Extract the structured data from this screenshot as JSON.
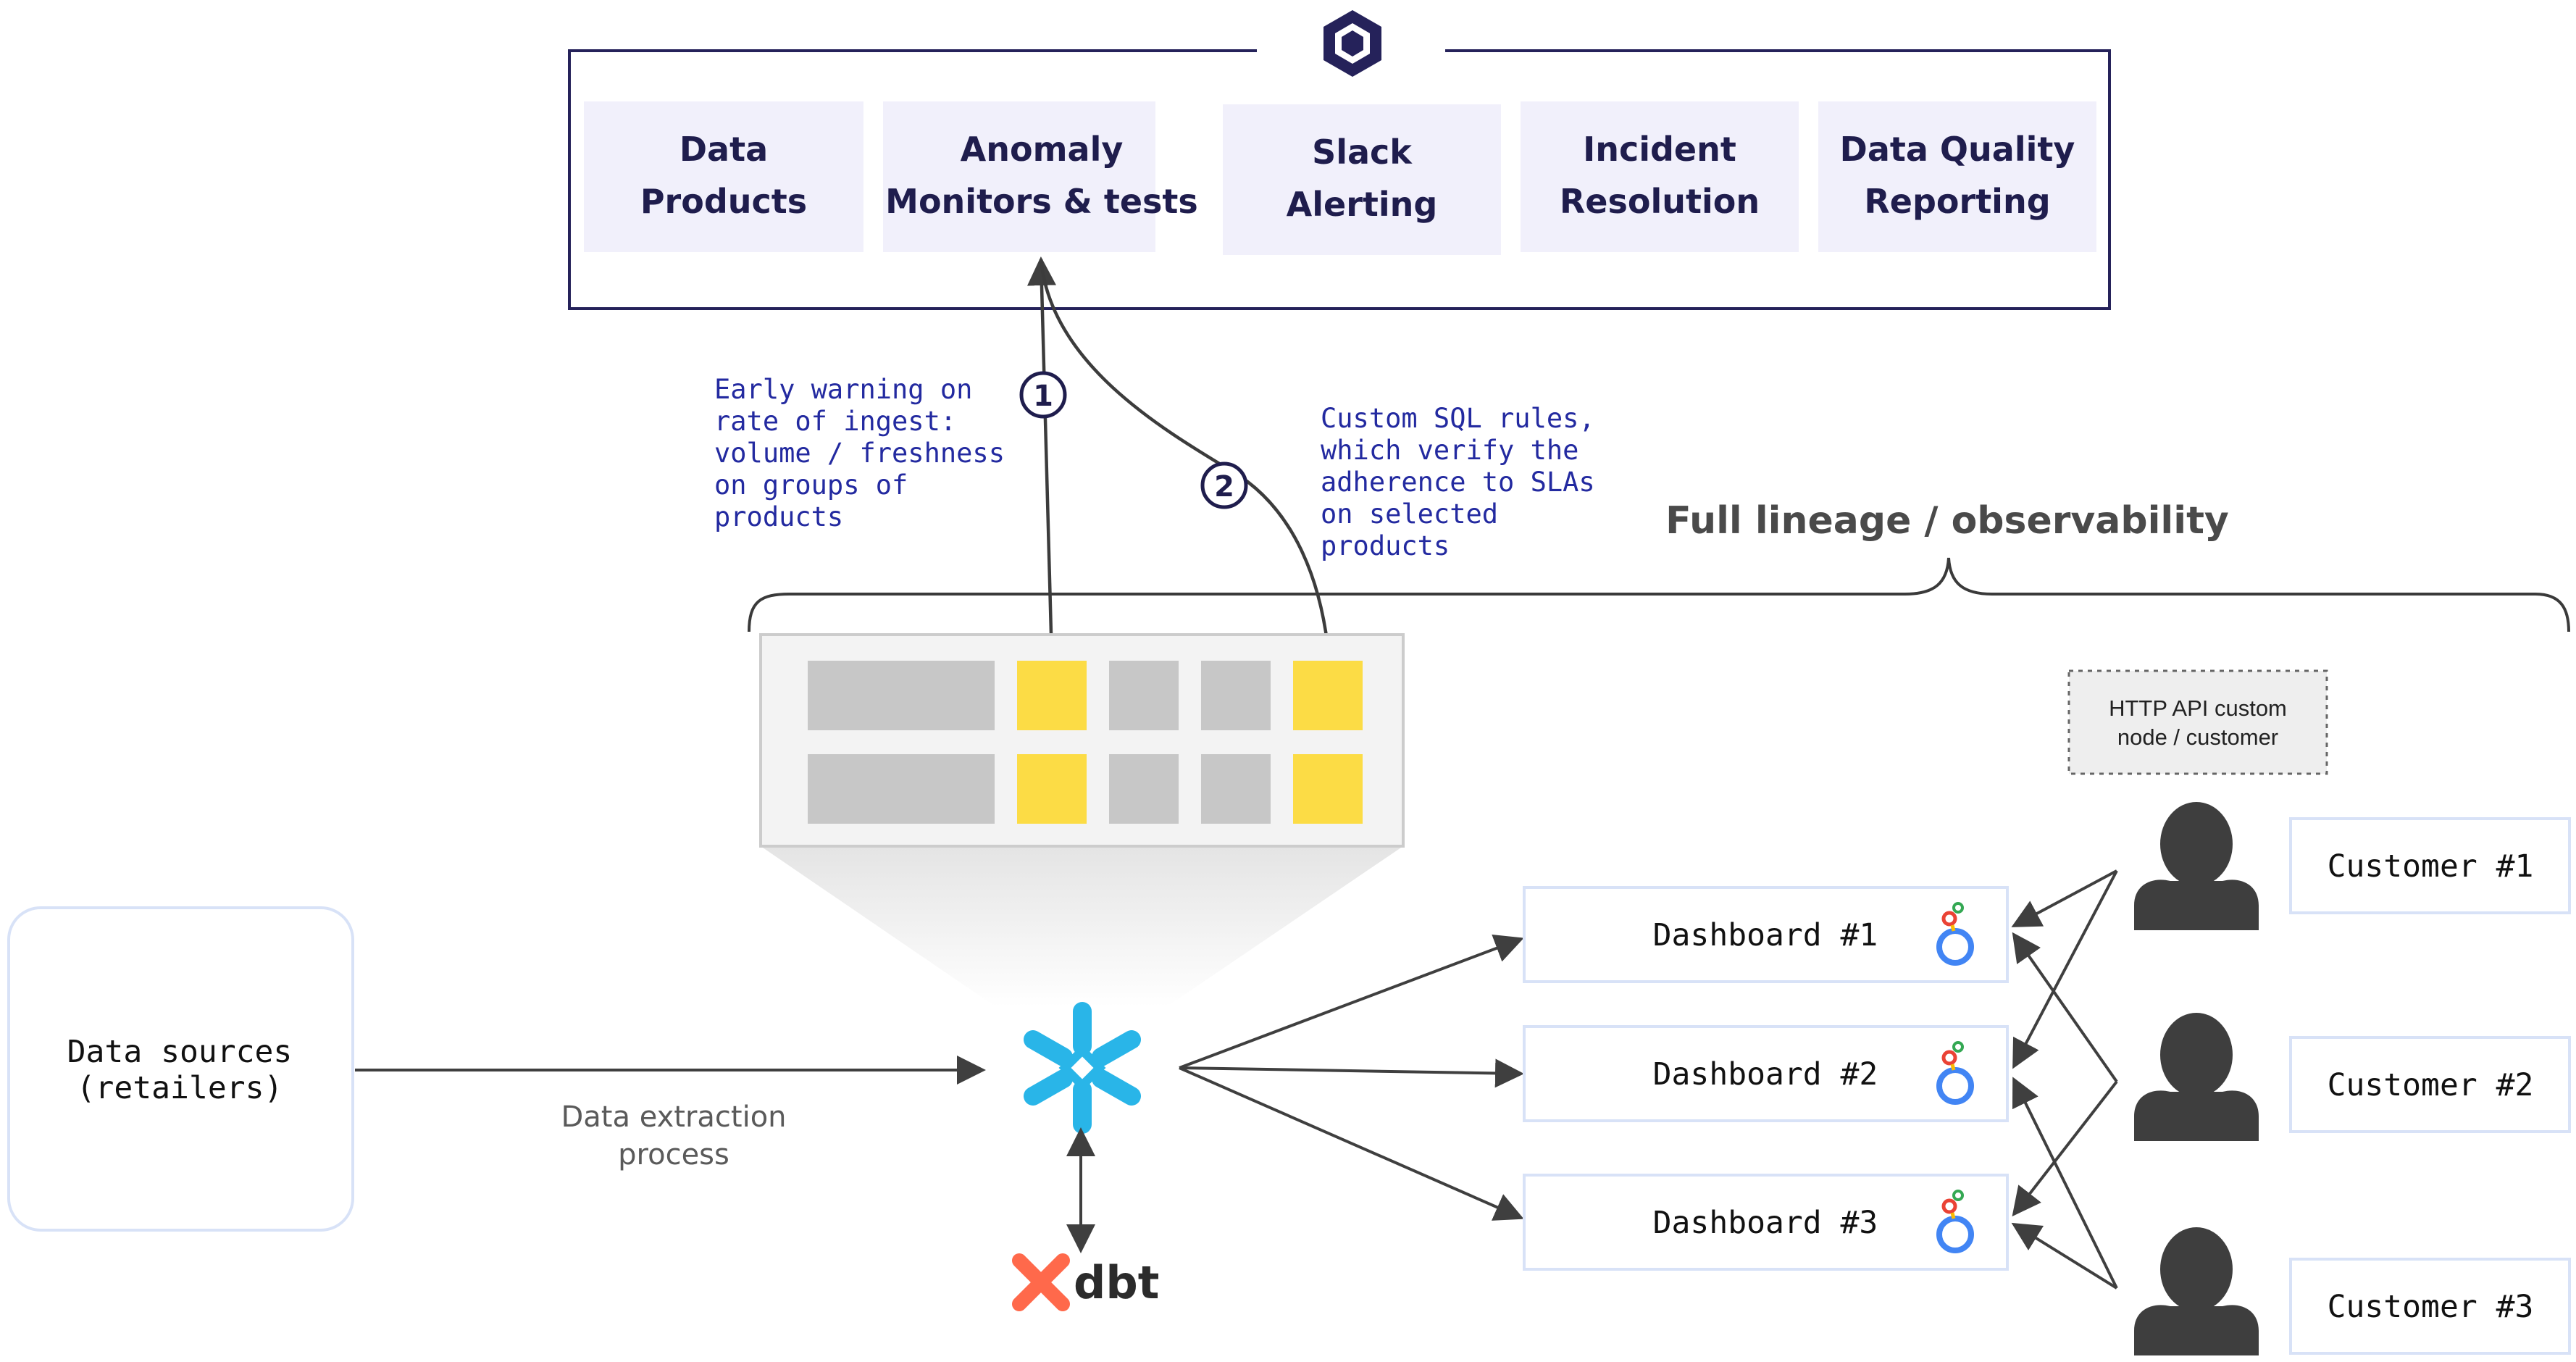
{
  "features": [
    {
      "id": "data-products",
      "lines": [
        "Data",
        "Products"
      ]
    },
    {
      "id": "anomaly-monitors",
      "lines": [
        "Anomaly",
        "Monitors & tests"
      ]
    },
    {
      "id": "slack-alerting",
      "lines": [
        "Slack",
        "Alerting"
      ]
    },
    {
      "id": "incident-resolution",
      "lines": [
        "Incident",
        "Resolution"
      ]
    },
    {
      "id": "data-quality-reporting",
      "lines": [
        "Data Quality",
        "Reporting"
      ]
    }
  ],
  "badges": [
    "1",
    "2"
  ],
  "notes": {
    "early_warning": [
      "Early warning on",
      "rate of ingest:",
      "volume / freshness",
      "on groups of",
      "products"
    ],
    "custom_sql": [
      "Custom SQL rules,",
      "which verify the",
      "adherence to SLAs",
      "on selected",
      "products"
    ]
  },
  "lineage_label": "Full lineage / observability",
  "data_sources": [
    "Data sources",
    "(retailers)"
  ],
  "extraction": [
    "Data extraction",
    "process"
  ],
  "dbt_label": "dbt",
  "http_api": [
    "HTTP API custom",
    "node / customer"
  ],
  "dashboards": [
    "Dashboard #1",
    "Dashboard #2",
    "Dashboard #3"
  ],
  "customers": [
    "Customer #1",
    "Customer #2",
    "Customer #3"
  ],
  "colors": {
    "frame": "#25225a",
    "feature_bg": "#f1f0fb",
    "note_text": "#232aa0",
    "highlight": "#fcdc45",
    "table_cell": "#c7c7c7",
    "snowflake": "#29b5e8",
    "dbt": "#ff694b",
    "person": "#3e3e3e"
  },
  "icons": {
    "logo": "hexagon-logo-icon",
    "warehouse": "snowflake-icon",
    "transform": "dbt-icon",
    "dashboard": "looker-icon",
    "customer": "person-icon"
  }
}
